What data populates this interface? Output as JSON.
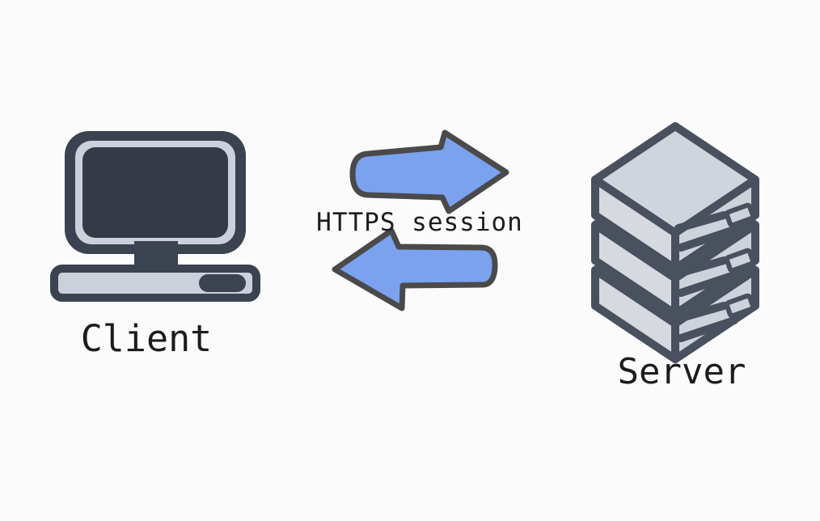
{
  "diagram": {
    "client_label": "Client",
    "server_label": "Server",
    "connection_label": "HTTPS session",
    "client_icon": "computer-monitor-icon",
    "server_icon": "server-stack-icon",
    "arrow_icons": [
      "arrow-right-icon",
      "arrow-left-icon"
    ]
  },
  "colors": {
    "background": "#FBFBFB",
    "text": "#1C1C1C",
    "arrow_fill": "#7BA2EF",
    "arrow_outline": "#4A4A4A",
    "device_outline": "#3C4350",
    "device_light": "#CBD0DA",
    "screen_dark": "#343B47",
    "server_outline": "#49505E",
    "server_face_top": "#D0D4DD",
    "server_face_left": "#D6D9E0",
    "server_face_right": "#CDD2DB"
  }
}
